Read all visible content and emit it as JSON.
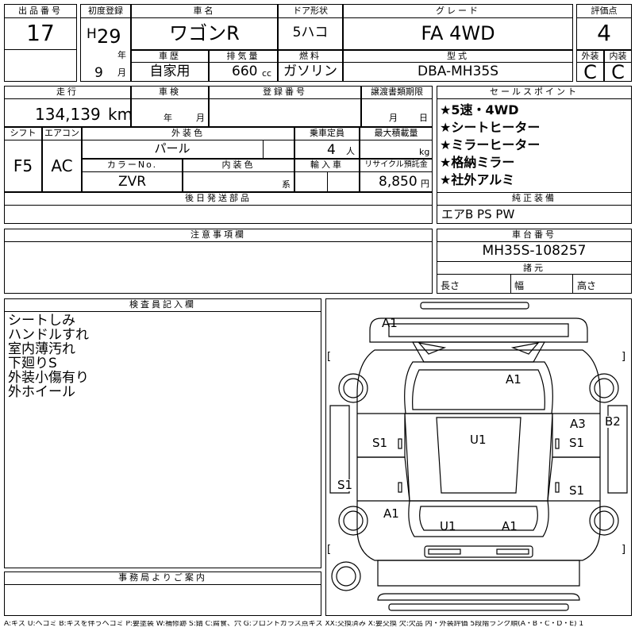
{
  "lot": {
    "label": "出品番号",
    "value": "17"
  },
  "first_reg": {
    "label": "初度登録",
    "era": "H",
    "year": "29",
    "year_unit": "年",
    "month": "9",
    "month_unit": "月"
  },
  "car_name": {
    "label": "車名",
    "value": "ワゴンR"
  },
  "door": {
    "label": "ドア形状",
    "value": "5ハコ"
  },
  "grade": {
    "label": "グレード",
    "value": "FA 4WD"
  },
  "score": {
    "label": "評価点",
    "value": "4"
  },
  "history": {
    "label": "車歴",
    "value": "自家用"
  },
  "displacement": {
    "label": "排気量",
    "value": "660",
    "unit": "cc"
  },
  "fuel": {
    "label": "燃料",
    "value": "ガソリン"
  },
  "model": {
    "label": "型式",
    "value": "DBA-MH35S"
  },
  "exterior_grade": {
    "label": "外装",
    "value": "C"
  },
  "interior_grade": {
    "label": "内装",
    "value": "C"
  },
  "mileage": {
    "label": "走行",
    "value": "134,139",
    "unit": "km"
  },
  "inspection": {
    "label": "車検",
    "year_unit": "年",
    "month_unit": "月"
  },
  "reg_no": {
    "label": "登録番号"
  },
  "transfer": {
    "label": "譲渡書類期限",
    "month_unit": "月",
    "day_unit": "日"
  },
  "sales_points": {
    "label": "セールスポイント",
    "items": [
      "★5速・4WD",
      "★シートヒーター",
      "★ミラーヒーター",
      "★格納ミラー",
      "★社外アルミ"
    ]
  },
  "shift": {
    "label": "シフト",
    "value": "F5"
  },
  "aircon": {
    "label": "エアコン",
    "value": "AC"
  },
  "ext_color": {
    "label": "外装色",
    "value": "パール"
  },
  "capacity": {
    "label": "乗車定員",
    "value": "4",
    "unit": "人"
  },
  "max_load": {
    "label": "最大積載量",
    "unit": "kg"
  },
  "color_no": {
    "label": "カラーNo.",
    "value": "ZVR"
  },
  "int_color": {
    "label": "内装色",
    "unit": "系"
  },
  "import": {
    "label": "輸入車"
  },
  "recycle": {
    "label": "リサイクル預託金",
    "value": "8,850",
    "unit": "円"
  },
  "later_parts": {
    "label": "後日発送部品"
  },
  "equipment": {
    "label": "純正装備",
    "value": "エアB PS PW"
  },
  "notes": {
    "label": "注意事項欄"
  },
  "chassis": {
    "label": "車台番号",
    "value": "MH35S-108257"
  },
  "specs": {
    "label": "諸元",
    "length": "長さ",
    "width": "幅",
    "height": "高さ"
  },
  "inspector": {
    "label": "検査員記入欄",
    "lines": [
      "シートしみ",
      "ハンドルすれ",
      "室内薄汚れ",
      "下廻りS",
      "外装小傷有り",
      "外ホイール"
    ]
  },
  "office": {
    "label": "事務局よりご案内"
  },
  "diagram_marks": {
    "m1": "A1",
    "m2": "A1",
    "m3": "A3",
    "m4": "B2",
    "m5": "S1",
    "m6": "U1",
    "m7": "S1",
    "m8": "S1",
    "m9": "S1",
    "m10": "A1",
    "m11": "U1",
    "m12": "A1",
    "bracket_open": "[",
    "bracket_close": "]"
  },
  "legend": "A:キズ U:ヘコミ B:キズを伴うヘコミ P:要塗装 W:補修跡 S:錆 C:腐食、穴 G:フロントガラス点キズ XX:交換済み X:要交換 欠:欠品 内・外装評価 5段階ランク順(A・B・C・D・E) 1"
}
